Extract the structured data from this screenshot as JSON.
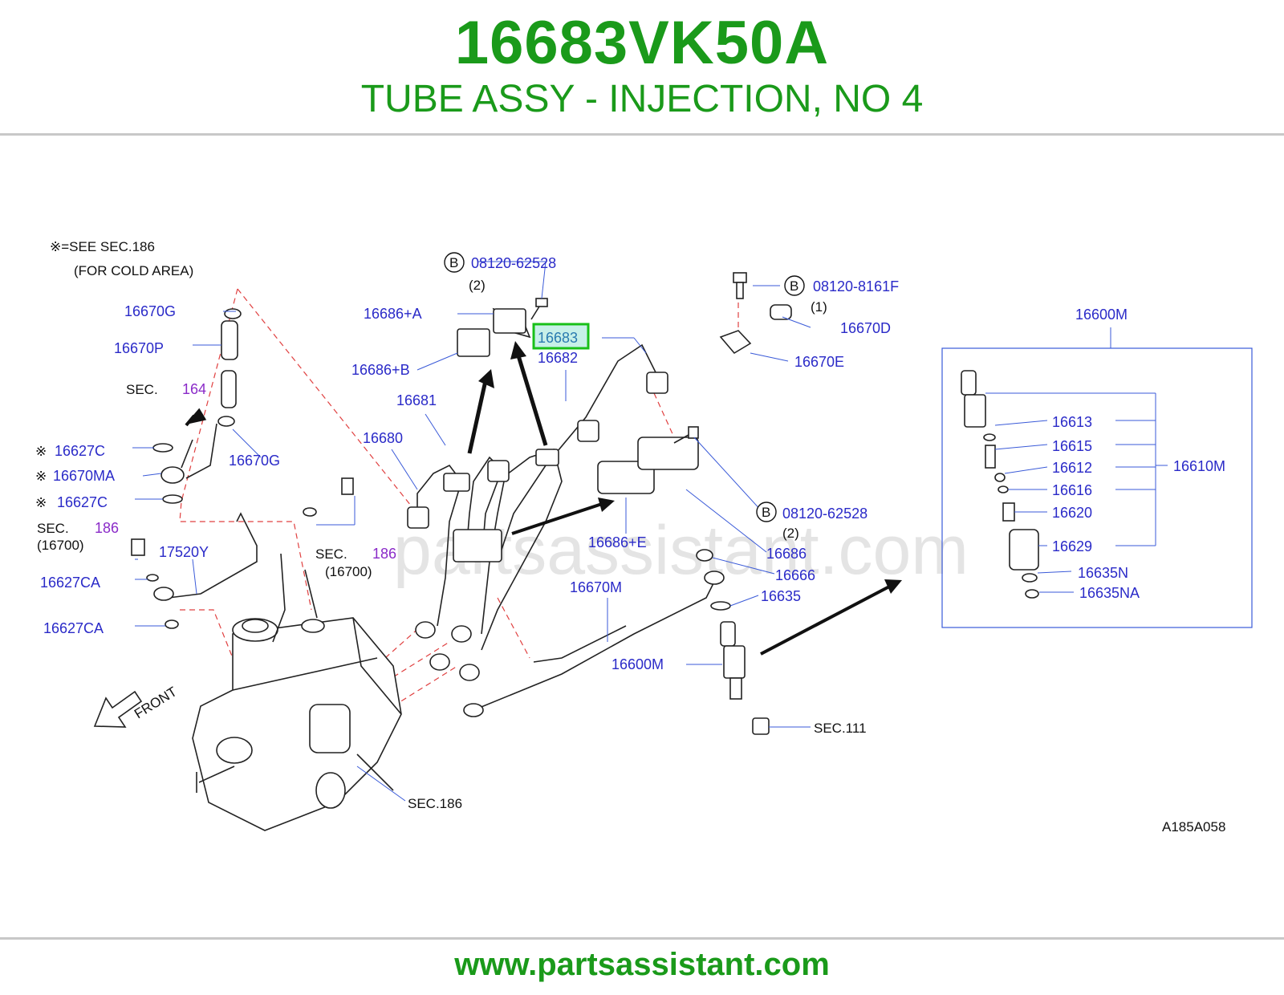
{
  "header": {
    "part_number": "16683VK50A",
    "part_name": "TUBE ASSY - INJECTION, NO 4"
  },
  "footer": {
    "url": "www.partsassistant.com"
  },
  "diagram": {
    "note_line1": "※=SEE   SEC.186",
    "note_line2": "(FOR   COLD   AREA)",
    "watermark": "partsassistant.com",
    "figure_code": "A185A058",
    "highlighted": "16683",
    "labels": {
      "b_bolt_top": "08120-62528",
      "b_bolt_top_qty": "(2)",
      "clamp_a": "16686+A",
      "clamp_b": "16686+B",
      "tube_16683": "16683",
      "tube_16682": "16682",
      "tube_16681": "16681",
      "tube_16680": "16680",
      "b_bolt_right": "08120-8161F",
      "b_bolt_right_qty": "(1)",
      "p16670D": "16670D",
      "p16670E": "16670E",
      "p16670G_top": "16670G",
      "p16670P": "16670P",
      "sec_164_prefix": "SEC.",
      "sec_164_num": "164",
      "p16670G_mid": "16670G",
      "p16627C_1": "16627C",
      "p16670MA": "16670MA",
      "p16627C_2": "16627C",
      "sec_186a_prefix": "SEC.",
      "sec_186a_num": "186",
      "sec_186a_sub": "(16700)",
      "p17520Y": "17520Y",
      "p16627CA_1": "16627CA",
      "p16627CA_2": "16627CA",
      "sec_186b_prefix": "SEC.",
      "sec_186b_num": "186",
      "sec_186b_sub": "(16700)",
      "p16686E": "16686+E",
      "b_bolt_mid": "08120-62528",
      "b_bolt_mid_qty": "(2)",
      "p16686": "16686",
      "p16666": "16666",
      "p16670M": "16670M",
      "p16635": "16635",
      "p16600M_mid": "16600M",
      "sec_111": "SEC.111",
      "sec_186_bottom": "SEC.186",
      "front": "FRONT",
      "p16600M_box": "16600M",
      "p16613": "16613",
      "p16615": "16615",
      "p16612": "16612",
      "p16616": "16616",
      "p16620": "16620",
      "p16629": "16629",
      "p16610M": "16610M",
      "p16635N": "16635N",
      "p16635NA": "16635NA",
      "b_marker": "B"
    }
  }
}
